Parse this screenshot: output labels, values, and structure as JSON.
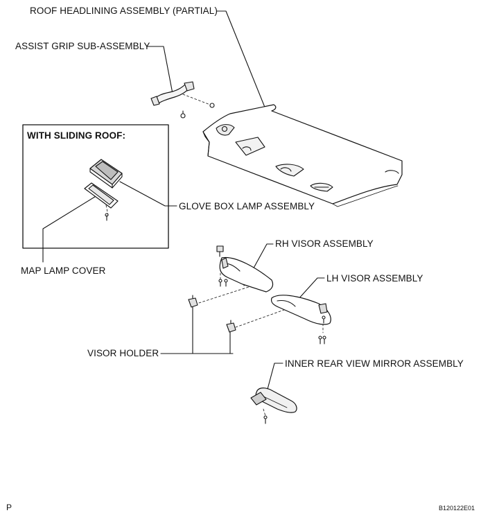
{
  "labels": {
    "roof_headlining": "ROOF HEADLINING ASSEMBLY (PARTIAL)",
    "assist_grip": "ASSIST GRIP SUB-ASSEMBLY",
    "sliding_roof_box_title": "WITH SLIDING ROOF:",
    "glove_box_lamp": "GLOVE BOX LAMP ASSEMBLY",
    "map_lamp_cover": "MAP LAMP COVER",
    "rh_visor": "RH VISOR ASSEMBLY",
    "lh_visor": "LH VISOR ASSEMBLY",
    "visor_holder": "VISOR HOLDER",
    "inner_mirror": "INNER REAR VIEW MIRROR ASSEMBLY"
  },
  "footer": {
    "page_mark": "P",
    "figure_code": "B120122E01"
  }
}
